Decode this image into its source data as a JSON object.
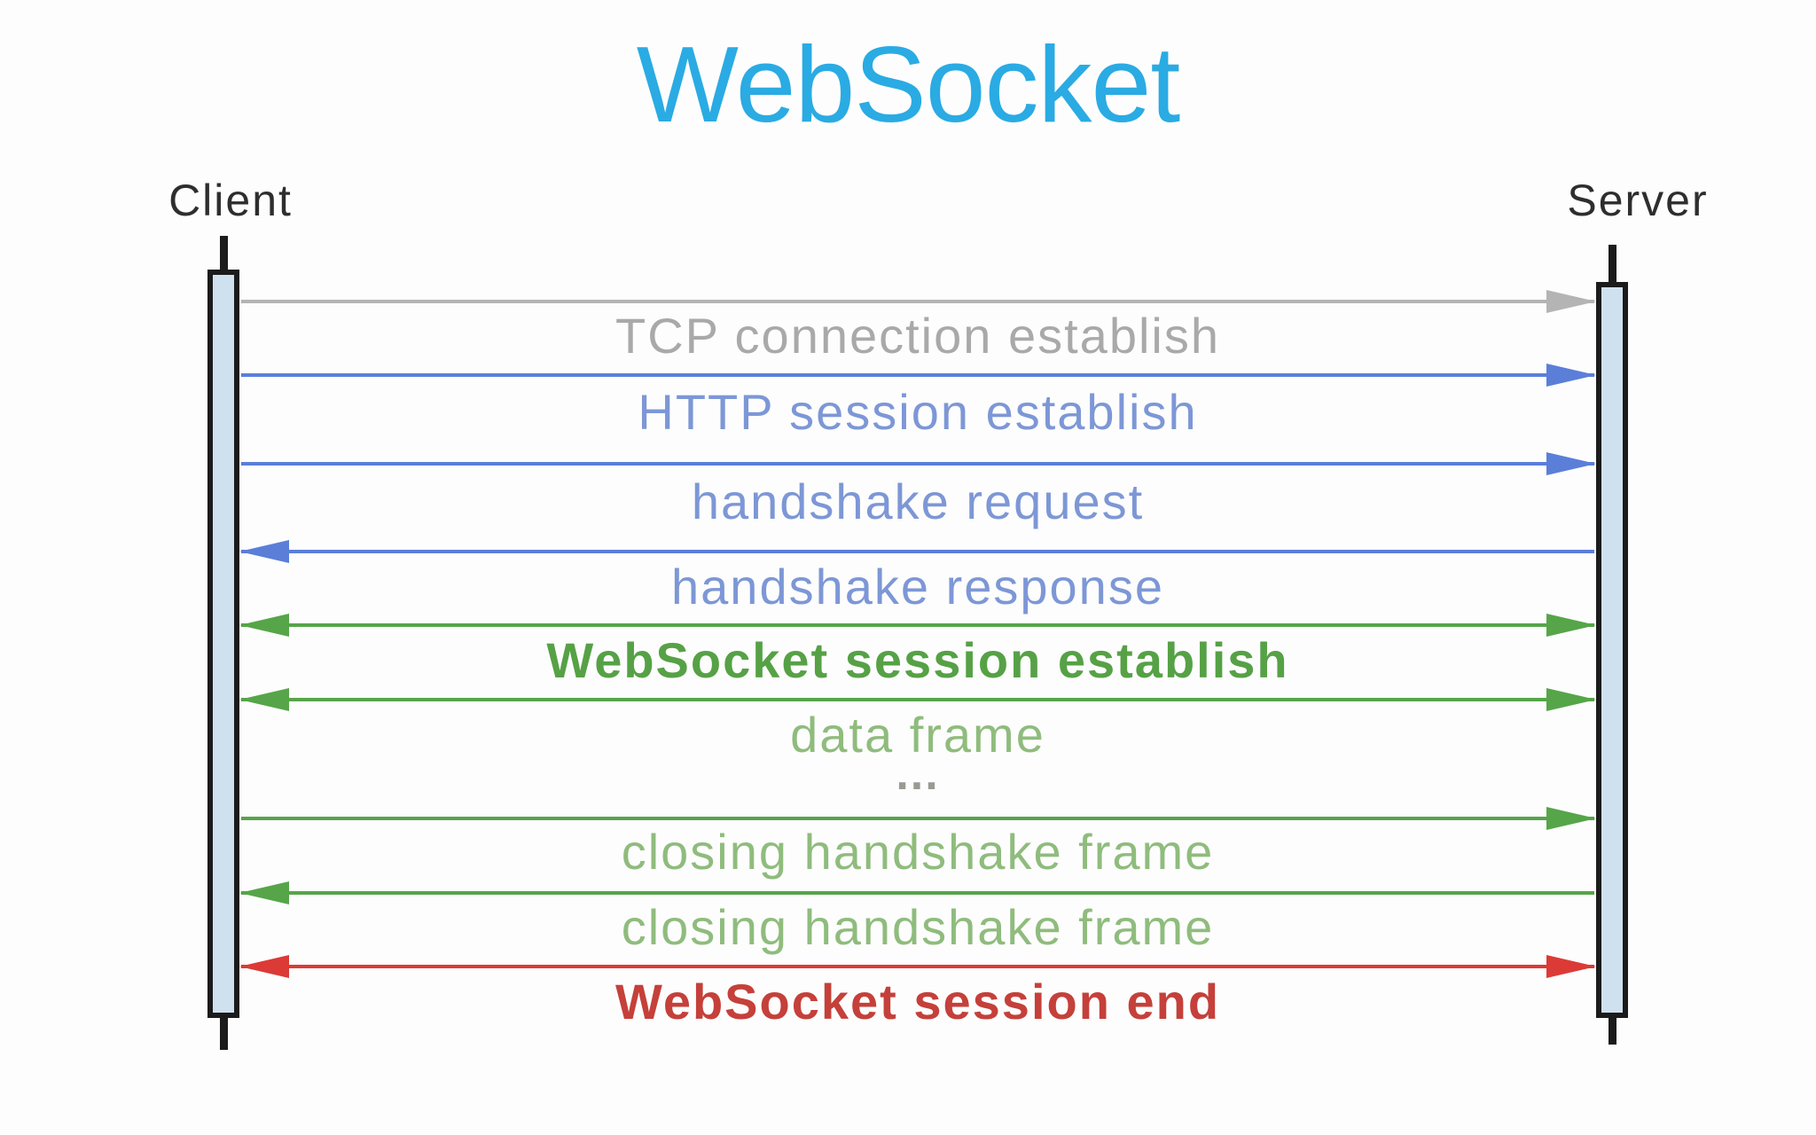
{
  "title": "WebSocket",
  "actors": {
    "client": "Client",
    "server": "Server"
  },
  "messages": [
    {
      "label": "TCP connection establish",
      "from": "Client",
      "to": "Server",
      "direction": "right",
      "arrow_color": "#b4b4b4",
      "label_color": "#a9a9a9",
      "bold": false
    },
    {
      "label": "HTTP session establish",
      "from": "Client",
      "to": "Server",
      "direction": "right",
      "arrow_color": "#5b7ed9",
      "label_color": "#7d97d6",
      "bold": false
    },
    {
      "label": "handshake request",
      "from": "Client",
      "to": "Server",
      "direction": "right",
      "arrow_color": "#5b7ed9",
      "label_color": "#7d97d6",
      "bold": false
    },
    {
      "label": "handshake response",
      "from": "Server",
      "to": "Client",
      "direction": "left",
      "arrow_color": "#5b7ed9",
      "label_color": "#7d97d6",
      "bold": false
    },
    {
      "label": "WebSocket session establish",
      "from": "Client",
      "to": "Server",
      "direction": "both",
      "arrow_color": "#56a549",
      "label_color": "#56a146",
      "bold": true
    },
    {
      "label": "data frame",
      "from": "Client",
      "to": "Server",
      "direction": "both",
      "arrow_color": "#56a549",
      "label_color": "#8fbc7d",
      "bold": false
    },
    {
      "label": "...",
      "type": "ellipsis",
      "label_color": "#9a9a92",
      "bold": false
    },
    {
      "label": "closing handshake frame",
      "from": "Client",
      "to": "Server",
      "direction": "right",
      "arrow_color": "#56a549",
      "label_color": "#8fbc7d",
      "bold": false
    },
    {
      "label": "closing handshake frame",
      "from": "Server",
      "to": "Client",
      "direction": "left",
      "arrow_color": "#56a549",
      "label_color": "#8fbc7d",
      "bold": false
    },
    {
      "label": "WebSocket session end",
      "from": "Client",
      "to": "Server",
      "direction": "both",
      "arrow_color": "#dc3a36",
      "label_color": "#c5403a",
      "bold": true
    }
  ],
  "palette": {
    "title": "#2aabe3",
    "actor_label": "#2e2e2e",
    "lifeline_fill": "#cfe0ee",
    "lifeline_border": "#1b1b1b",
    "background": "#fdfdfd"
  }
}
